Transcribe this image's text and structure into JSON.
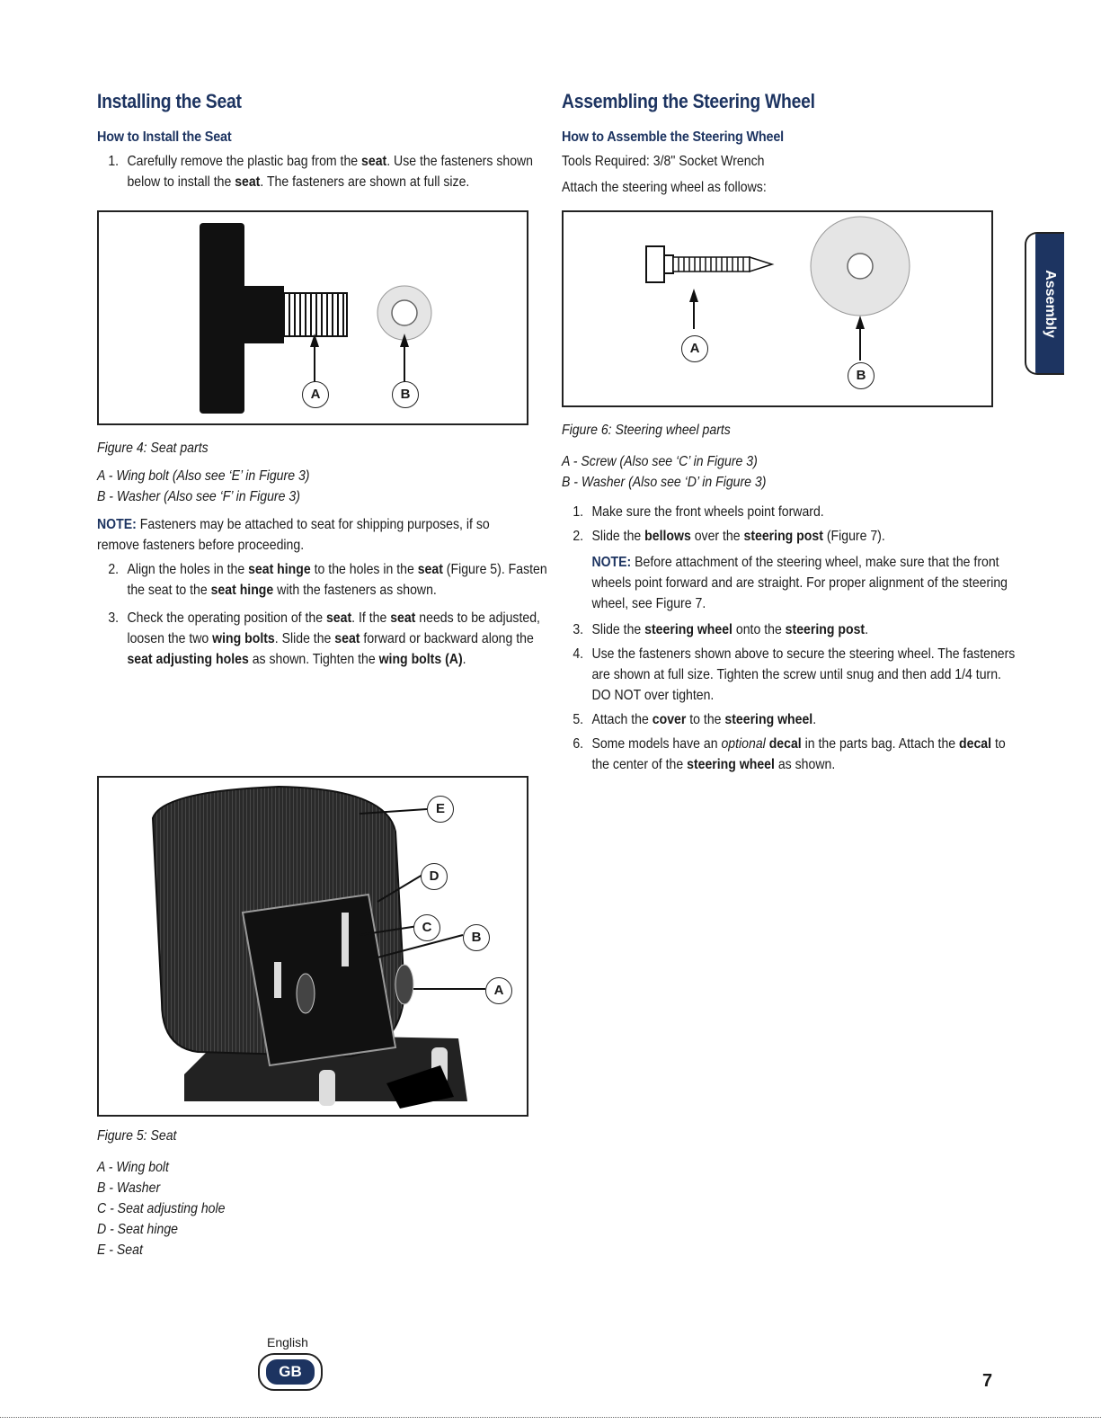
{
  "left": {
    "heading": "Installing the Seat",
    "subheading": "How to Install the Seat",
    "step1_num": "1.",
    "step1": [
      "Carefully remove the plastic bag from the ",
      "seat",
      ". Use the fasteners shown below to install the ",
      "seat",
      ". The fasteners are shown at full size."
    ],
    "fig4": {
      "label_a": "A",
      "label_b": "B",
      "caption": "Figure 4: Seat parts",
      "legend": [
        "A - Wing bolt (Also see ‘E’ in Figure 3)",
        "B - Washer (Also see ‘F’ in Figure 3)"
      ]
    },
    "note_label": "NOTE:",
    "note_text": " Fasteners may be attached to seat for shipping purposes, if so remove fasteners before proceeding.",
    "step2_num": "2.",
    "step2": [
      "Align the holes in the ",
      "seat hinge",
      " to the holes in the ",
      "seat",
      " (Figure 5). Fasten the seat to the ",
      "seat hinge",
      " with the fasteners as shown."
    ],
    "step3_num": "3.",
    "step3": [
      "Check the operating position of the ",
      "seat",
      ". If the ",
      "seat",
      " needs to be adjusted, loosen the two ",
      "wing bolts",
      ". Slide the ",
      "seat",
      " forward or backward along the ",
      "seat adjusting holes",
      " as shown. Tighten the ",
      "wing bolts (A)",
      "."
    ],
    "fig5": {
      "labels": [
        "E",
        "D",
        "C",
        "B",
        "A"
      ],
      "caption": "Figure 5: Seat",
      "legend": [
        "A - Wing bolt",
        "B - Washer",
        "C - Seat adjusting hole",
        "D - Seat hinge",
        "E - Seat"
      ]
    }
  },
  "right": {
    "heading": "Assembling the Steering Wheel",
    "subheading": "How to Assemble the Steering Wheel",
    "tools": "Tools Required: 3/8\" Socket Wrench",
    "attach": "Attach the steering wheel as follows:",
    "fig6": {
      "label_a": "A",
      "label_b": "B",
      "caption": "Figure 6: Steering wheel parts",
      "legend": [
        "A - Screw (Also see ‘C’ in Figure 3)",
        "B - Washer (Also see ‘D’ in Figure 3)"
      ]
    },
    "steps": {
      "s1_num": "1.",
      "s1": "Make sure the front wheels point forward.",
      "s2_num": "2.",
      "s2": [
        "Slide the ",
        "bellows",
        " over the ",
        "steering post",
        " (Figure 7)."
      ],
      "note_label": "NOTE:",
      "note_text": " Before attachment of the steering wheel, make sure that the front wheels point forward and are straight. For proper alignment of the steering wheel, see Figure 7.",
      "s3_num": "3.",
      "s3": [
        "Slide the ",
        "steering wheel",
        " onto the ",
        "steering post",
        "."
      ],
      "s4_num": "4.",
      "s4": "Use the fasteners shown above to secure the steering wheel. The fasteners are shown at full size. Tighten the screw until snug and then add 1/4 turn. DO NOT over tighten.",
      "s5_num": "5.",
      "s5": [
        "Attach the ",
        "cover",
        " to the ",
        "steering wheel",
        "."
      ],
      "s6_num": "6.",
      "s6": [
        "Some models have an ",
        "optional",
        " ",
        "decal",
        " in the parts bag. Attach the ",
        "decal",
        " to the center of the ",
        "steering wheel",
        " as shown."
      ]
    }
  },
  "side_tab": "Assembly",
  "footer": {
    "language": "English",
    "badge": "GB",
    "page_number": "7"
  }
}
